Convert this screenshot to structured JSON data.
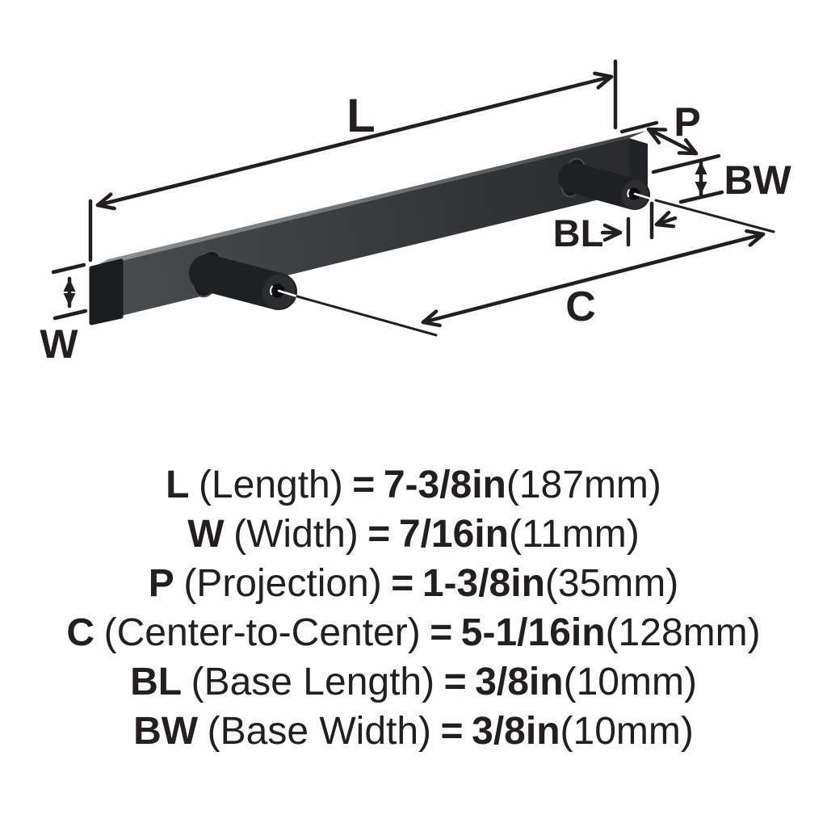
{
  "figure": {
    "description": "Cabinet bar pull hardware dimension diagram",
    "dim_labels": {
      "length": "L",
      "width": "W",
      "projection": "P",
      "center_to_center": "C",
      "base_length": "BL",
      "base_width": "BW"
    }
  },
  "specs": [
    {
      "abbr": "L",
      "name": "(Length)",
      "eq": "=",
      "value": "7-3/8in",
      "metric": "(187mm)"
    },
    {
      "abbr": "W",
      "name": "(Width)",
      "eq": "=",
      "value": "7/16in",
      "metric": "(11mm)"
    },
    {
      "abbr": "P",
      "name": "(Projection)",
      "eq": "=",
      "value": "1-3/8in",
      "metric": "(35mm)"
    },
    {
      "abbr": "C",
      "name": "(Center-to-Center)",
      "eq": "=",
      "value": "5-1/16in",
      "metric": "(128mm)"
    },
    {
      "abbr": "BL",
      "name": "(Base Length)",
      "eq": "=",
      "value": "3/8in",
      "metric": "(10mm)"
    },
    {
      "abbr": "BW",
      "name": "(Base Width)",
      "eq": "=",
      "value": "3/8in",
      "metric": "(10mm)"
    }
  ],
  "colors": {
    "ink": "#231f20",
    "background": "#ffffff",
    "bar_top_light": "#8f9091",
    "bar_top_dark": "#3c3d3e",
    "bar_front_light": "#4a4c4e",
    "bar_front_dark": "#28292b",
    "end_cap": "#1a1b1c",
    "post_body": "#1f2021",
    "post_face": "#2c2d2f",
    "screw_hole": "#0b0b0c"
  }
}
